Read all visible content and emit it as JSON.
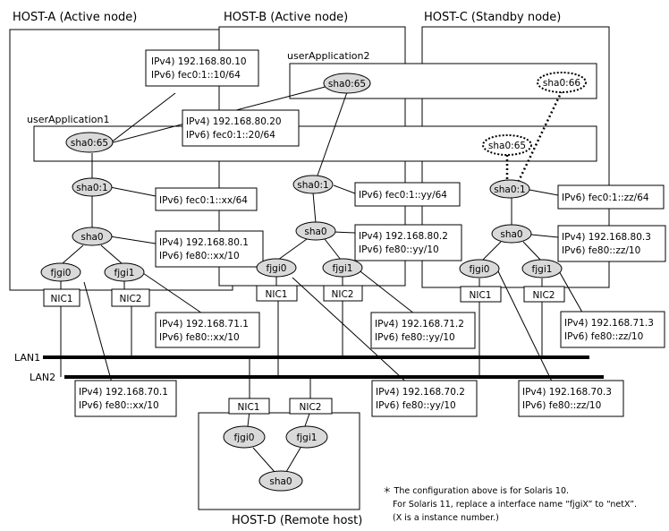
{
  "hosts": {
    "a": {
      "title": "HOST-A (Active node)"
    },
    "b": {
      "title": "HOST-B (Active node)"
    },
    "c": {
      "title": "HOST-C (Standby node)"
    },
    "d": {
      "title": "HOST-D (Remote host)"
    }
  },
  "apps": {
    "app1": "userApplication1",
    "app2": "userApplication2"
  },
  "lans": {
    "lan1": "LAN1",
    "lan2": "LAN2"
  },
  "nodes": {
    "sha0_65": "sha0:65",
    "sha0_66": "sha0:66",
    "sha0_1": "sha0:1",
    "sha0": "sha0",
    "fjgi0": "fjgi0",
    "fjgi1": "fjgi1",
    "nic1": "NIC1",
    "nic2": "NIC2"
  },
  "callouts": {
    "app1_v4": "IPv4) 192.168.80.10",
    "app1_v6": "IPv6) fec0:1::10/64",
    "app2_v4": "IPv4) 192.168.80.20",
    "app2_v6": "IPv6) fec0:1::20/64",
    "a_sha01": "IPv6) fec0:1::xx/64",
    "a_sha0_v4": "IPv4) 192.168.80.1",
    "a_sha0_v6": "IPv6) fe80::xx/10",
    "a_fjgi1_v4": "IPv4) 192.168.71.1",
    "a_fjgi1_v6": "IPv6) fe80::xx/10",
    "a_fjgi0_v4": "IPv4) 192.168.70.1",
    "a_fjgi0_v6": "IPv6) fe80::xx/10",
    "b_sha01": "IPv6) fec0:1::yy/64",
    "b_sha0_v4": "IPv4) 192.168.80.2",
    "b_sha0_v6": "IPv6) fe80::yy/10",
    "b_fjgi1_v4": "IPv4) 192.168.71.2",
    "b_fjgi1_v6": "IPv6) fe80::yy/10",
    "b_fjgi0_v4": "IPv4) 192.168.70.2",
    "b_fjgi0_v6": "IPv6) fe80::yy/10",
    "c_sha01": "IPv6) fec0:1::zz/64",
    "c_sha0_v4": "IPv4) 192.168.80.3",
    "c_sha0_v6": "IPv6) fe80::zz/10",
    "c_fjgi1_v4": "IPv4) 192.168.71.3",
    "c_fjgi1_v6": "IPv6) fe80::zz/10",
    "c_fjgi0_v4": "IPv4) 192.168.70.3",
    "c_fjgi0_v6": "IPv6) fe80::zz/10"
  },
  "note": {
    "line1": "＊ The configuration above is for Solaris 10.",
    "line2": "For Solaris 11, replace a interface name “fjgiX” to “netX”.",
    "line3": "(X is a instance number.)"
  }
}
